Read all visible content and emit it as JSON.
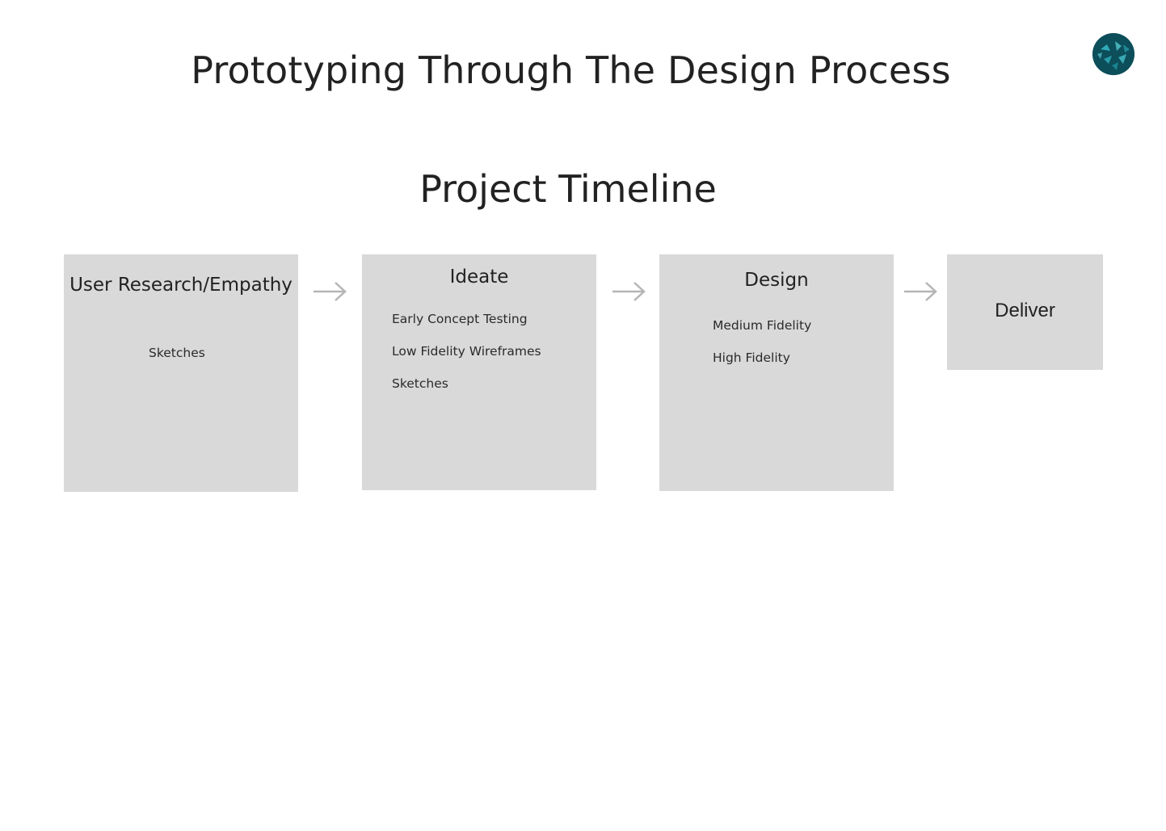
{
  "header": {
    "title": "Prototyping Through The Design Process"
  },
  "section": {
    "title": "Project Timeline"
  },
  "stages": [
    {
      "title": "User Research/Empathy",
      "items": [
        "Sketches"
      ]
    },
    {
      "title": "Ideate",
      "items": [
        "Early Concept Testing",
        "Low Fidelity Wireframes",
        "Sketches"
      ]
    },
    {
      "title": "Design",
      "items": [
        "Medium Fidelity",
        "High Fidelity"
      ]
    },
    {
      "title": "Deliver",
      "items": []
    }
  ],
  "colors": {
    "card": "#d9d9d9",
    "arrow": "#b5b5b5",
    "text": "#222222"
  },
  "icons": {
    "avatar": "avatar-image",
    "connector": "arrow-right-icon"
  }
}
